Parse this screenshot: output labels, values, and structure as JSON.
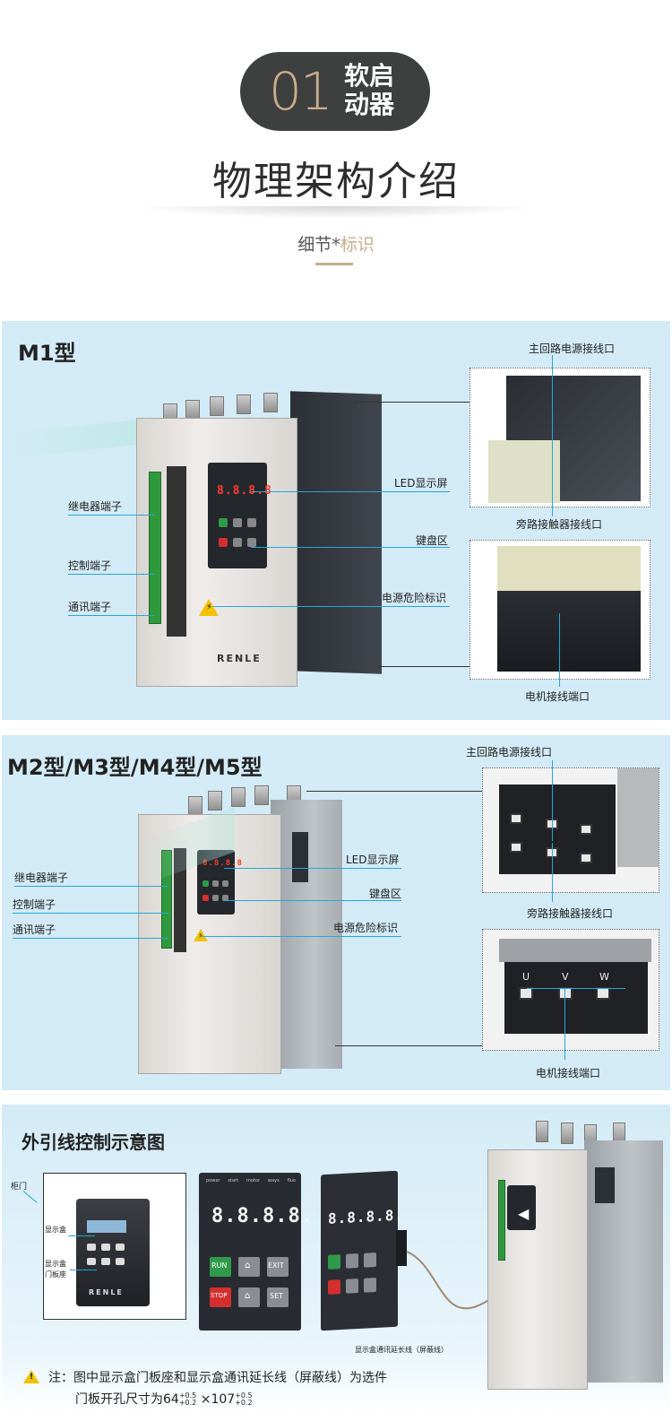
{
  "header": {
    "badge_number": "01",
    "badge_line1": "软启",
    "badge_line2": "动器",
    "title": "物理架构介绍",
    "subtitle_part1": "细节*",
    "subtitle_part2": "标识"
  },
  "panel_m1": {
    "title": "M1型",
    "left_labels": [
      "继电器端子",
      "控制端子",
      "通讯端子"
    ],
    "right_labels": [
      "LED显示屏",
      "键盘区",
      "电源危险标识"
    ],
    "inset_labels": [
      "主回路电源接线口",
      "旁路接触器接线口",
      "电机接线端口"
    ],
    "display_digits": "8.8.8.8",
    "logo": "RENLE"
  },
  "panel_m2": {
    "title": "M2型/M3型/M4型/M5型",
    "left_labels": [
      "继电器端子",
      "控制端子",
      "通讯端子"
    ],
    "right_labels": [
      "LED显示屏",
      "键盘区",
      "电源危险标识"
    ],
    "inset_labels": [
      "主回路电源接线口",
      "旁路接触器接线口",
      "电机接线端口"
    ],
    "terminal_letters": [
      "U",
      "V",
      "W"
    ]
  },
  "panel_ext": {
    "title": "外引线控制示意图",
    "cabinet_labels": [
      "柜门",
      "显示盒",
      "显示盒\n门板座"
    ],
    "keypad_top_labels": [
      "power",
      "start",
      "motor",
      "ways",
      "fluo"
    ],
    "keypad_digits": "8.8.8.8.",
    "keypad_buttons": [
      "RUN",
      "⌂",
      "EXIT",
      "STOP",
      "⌂",
      "SET"
    ],
    "cable_label": "显示盒通讯延长线（屏蔽线）",
    "logo": "RENLE",
    "note_prefix": "注：",
    "note_line1": "图中显示盒门板座和显示盒通讯延长线（屏蔽线）为选件",
    "note_line2_main": "门板开孔尺寸为64",
    "note_line2_sup1": "+0.5",
    "note_line2_sub1": "+0.2",
    "note_line2_mid": " ×107",
    "note_line2_sup2": "+0.5",
    "note_line2_sub2": "+0.2"
  },
  "colors": {
    "panel_bg": "#d3ebf6",
    "callout_line": "#27a6d9",
    "badge_bg": "#3e3f3f",
    "accent_gold": "#c9ad8a",
    "digit_red": "#ff3a2a"
  }
}
